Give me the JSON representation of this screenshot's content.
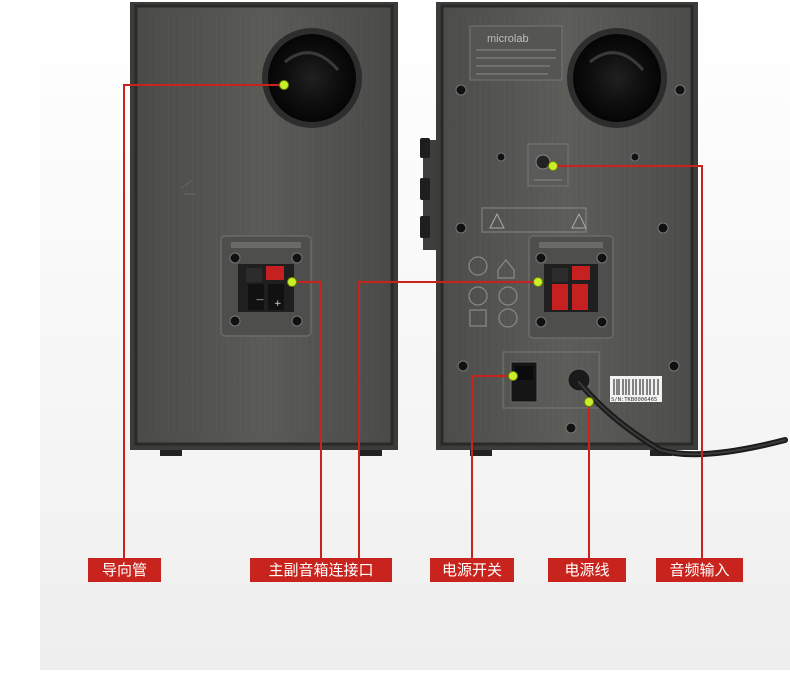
{
  "brand": "microlab",
  "serial": "S/N:TKB0006465",
  "labels": {
    "port_tube": "导向管",
    "speaker_connector": "主副音箱连接口",
    "power_switch": "电源开关",
    "power_cord": "电源线",
    "audio_input": "音频输入"
  },
  "colors": {
    "callout_line": "#c8241d",
    "label_bg": "#c8241d",
    "marker": "#c9ef2a"
  }
}
